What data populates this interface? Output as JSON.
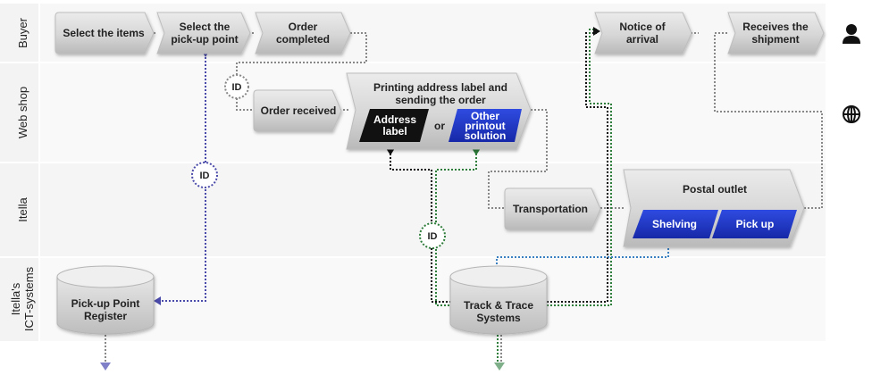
{
  "lanes": [
    {
      "label": "Buyer"
    },
    {
      "label": "Web shop"
    },
    {
      "label": "Itella"
    },
    {
      "label_line1": "Itella's",
      "label_line2": "ICT-systems"
    }
  ],
  "buyer_steps": {
    "select_items": "Select the items",
    "select_pickup": [
      "Select the",
      "pick-up point"
    ],
    "order_completed": [
      "Order",
      "completed"
    ],
    "notice_of_arrival": [
      "Notice of",
      "arrival"
    ],
    "receives_shipment": [
      "Receives the",
      "shipment"
    ]
  },
  "webshop_steps": {
    "order_received": "Order received",
    "printing": [
      "Printing address label and",
      "sending the order"
    ],
    "address_label": [
      "Address",
      "label"
    ],
    "or": "or",
    "other_solution": [
      "Other",
      "printout",
      "solution"
    ]
  },
  "itella_steps": {
    "transportation": "Transportation",
    "postal_outlet": "Postal outlet",
    "shelving": "Shelving",
    "pick_up": "Pick up"
  },
  "systems": {
    "pickup_register": [
      "Pick-up Point",
      "Register"
    ],
    "track_trace": [
      "Track & Trace",
      "Systems"
    ]
  },
  "id_badge": "ID",
  "icons": {
    "buyer": "person-icon",
    "webshop": "globe-icon"
  },
  "colors": {
    "box_gray": "#d9d9d9",
    "dark_blue": "#1f36c8",
    "black_label": "#111111",
    "link_blue": "#4a4aaa",
    "link_green": "#2e7d3a",
    "link_gray": "#888888"
  }
}
